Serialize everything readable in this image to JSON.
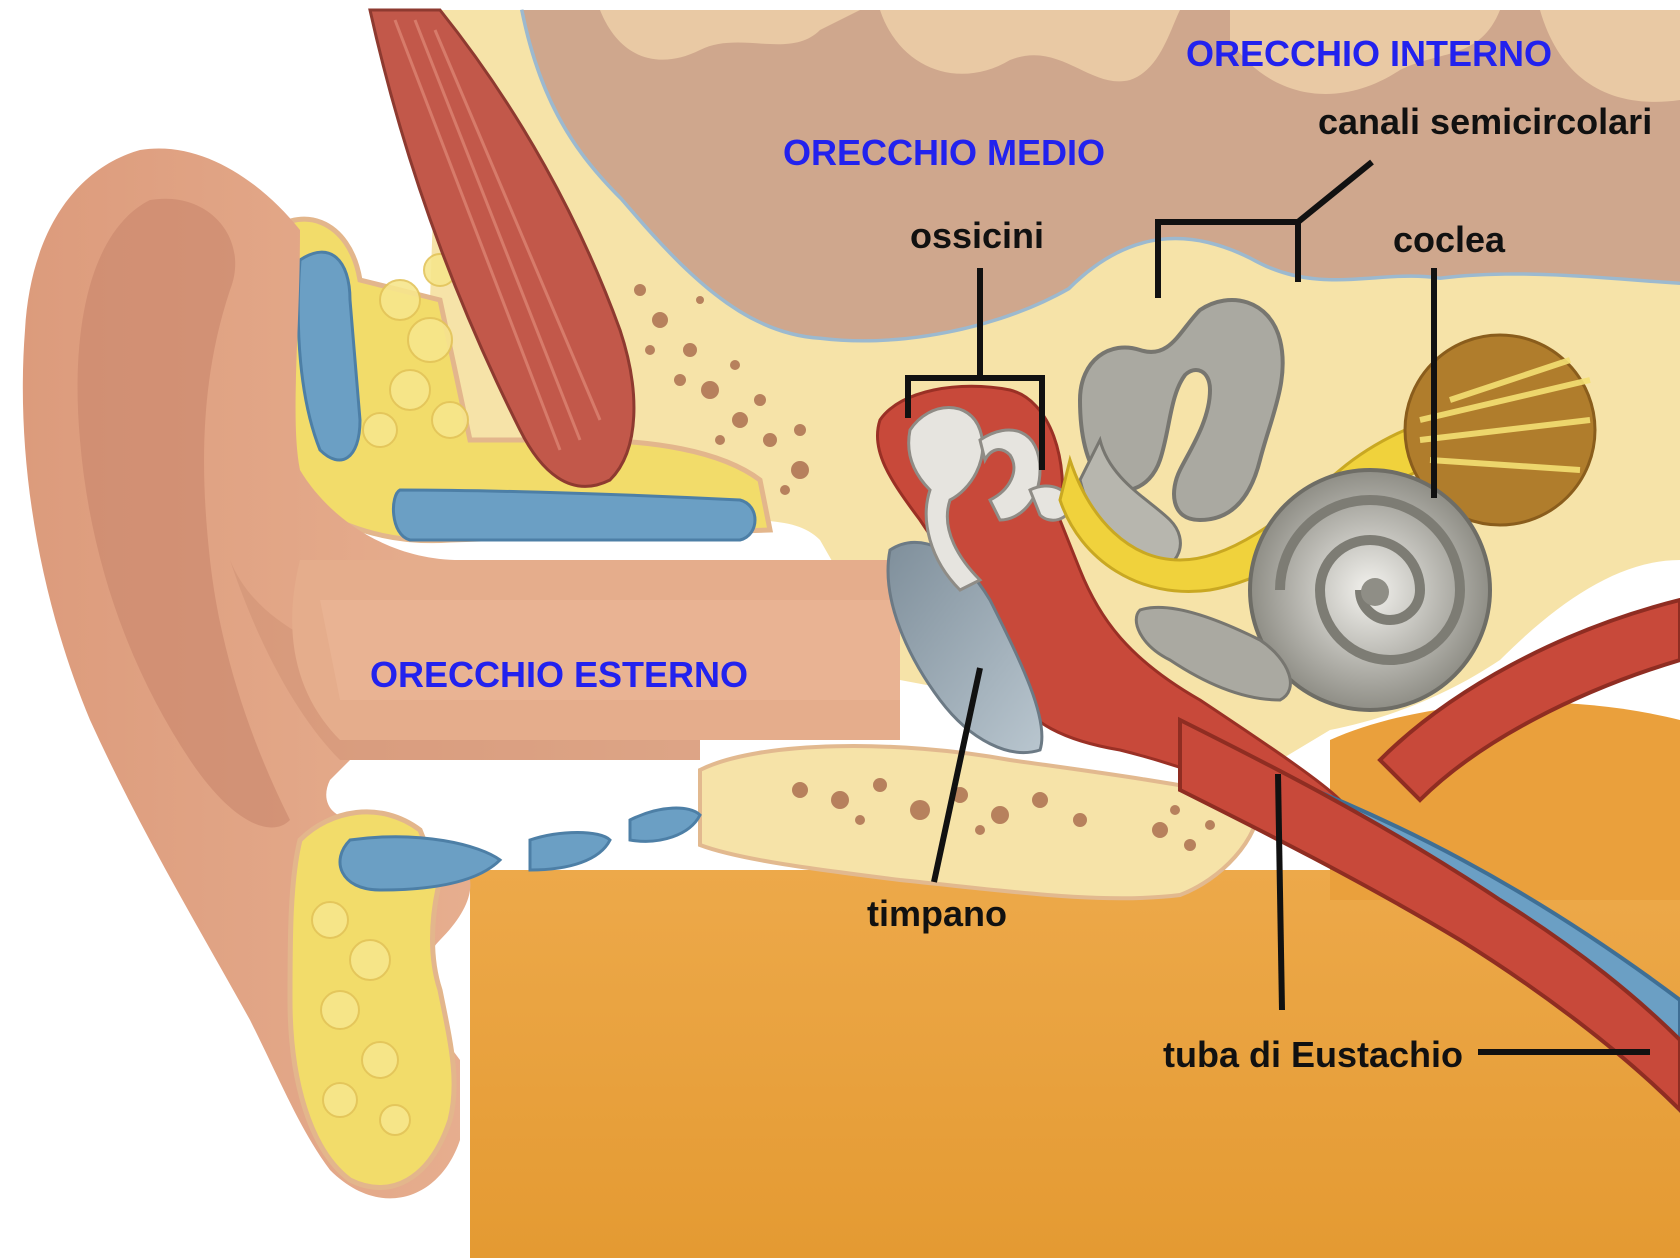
{
  "diagram": {
    "region_labels": {
      "outer_ear": "ORECCHIO ESTERNO",
      "middle_ear": "ORECCHIO MEDIO",
      "inner_ear": "ORECCHIO INTERNO"
    },
    "structure_labels": {
      "ossicles": "ossicini",
      "semicircular_canals": "canali semicircolari",
      "cochlea": "coclea",
      "eardrum": "timpano",
      "eustachian_tube": "tuba di Eustachio"
    },
    "colors": {
      "background_tissue": "#e8a13a",
      "skin": "#e3a783",
      "bone": "#f6e3a8",
      "brain": "#cfa78d",
      "muscle": "#c2584a",
      "cartilage_blue": "#6b9fc4",
      "fat_yellow": "#f2dc6a",
      "label_blue": "#2222ee",
      "label_black": "#111111"
    }
  }
}
